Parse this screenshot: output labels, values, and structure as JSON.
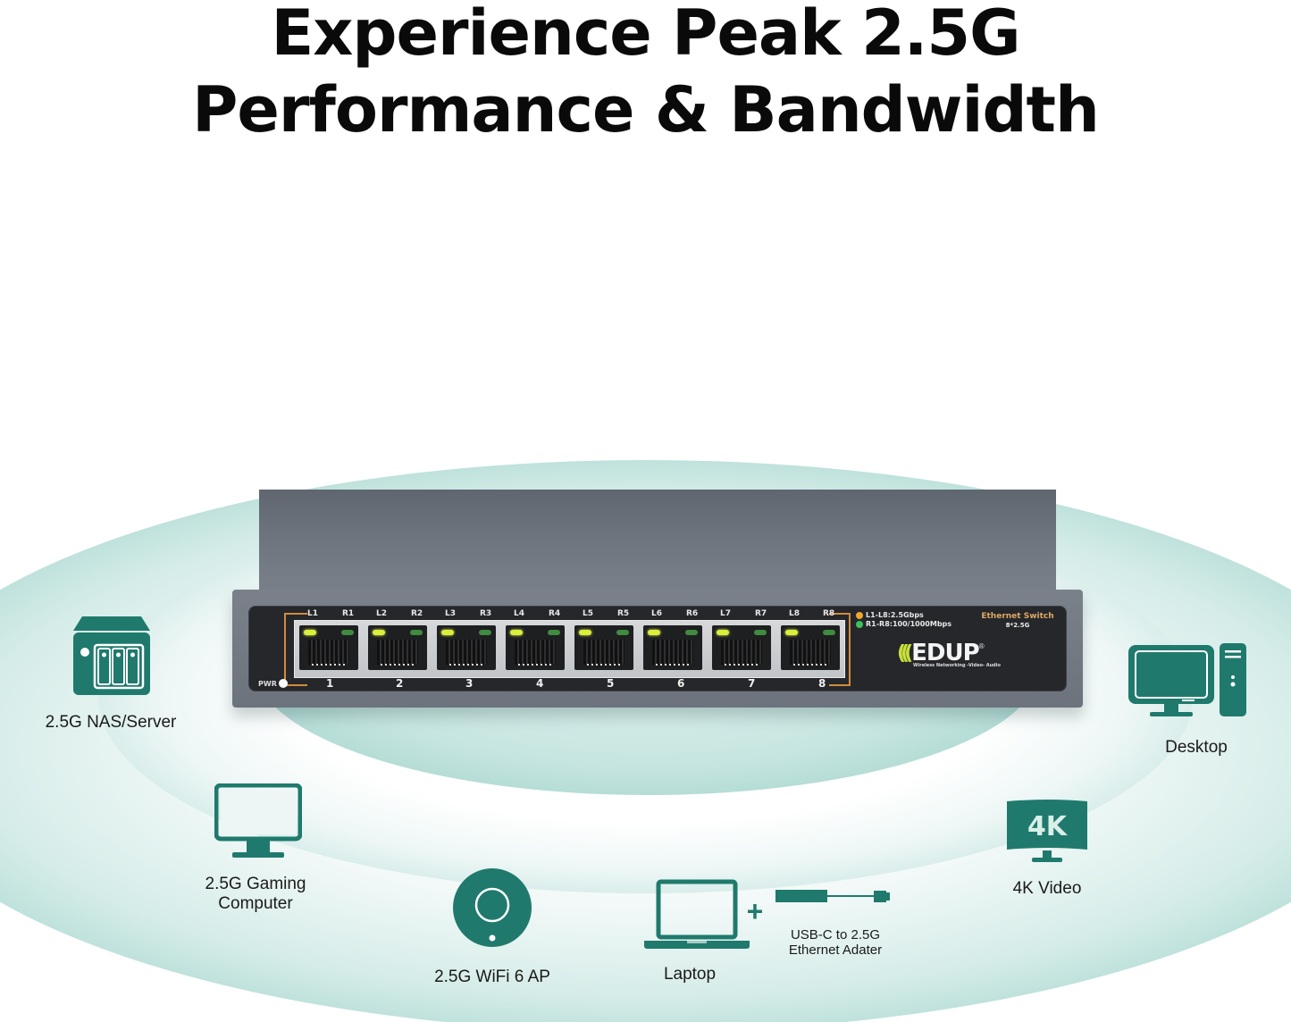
{
  "headline": {
    "line1": "Experience Peak 2.5G",
    "line2": "Performance & Bandwidth"
  },
  "colors": {
    "teal": "#1f7a6d",
    "panel": "#25272b",
    "bracket": "#d28a3d",
    "led_link": "#d9ef3a",
    "led_act": "#3f8b3f"
  },
  "switch": {
    "port_labels": [
      {
        "l": "L1",
        "r": "R1",
        "n": "1"
      },
      {
        "l": "L2",
        "r": "R2",
        "n": "2"
      },
      {
        "l": "L3",
        "r": "R3",
        "n": "3"
      },
      {
        "l": "L4",
        "r": "R4",
        "n": "4"
      },
      {
        "l": "L5",
        "r": "R5",
        "n": "5"
      },
      {
        "l": "L6",
        "r": "R6",
        "n": "6"
      },
      {
        "l": "L7",
        "r": "R7",
        "n": "7"
      },
      {
        "l": "L8",
        "r": "R8",
        "n": "8"
      }
    ],
    "pwr_label": "PWR",
    "legend_l": "L1-L8:2.5Gbps",
    "legend_r": "R1-R8:100/1000Mbps",
    "product_type": "Ethernet Switch",
    "product_spec": "8*2.5G",
    "brand": "EDUP",
    "brand_mark": "®",
    "brand_tagline": "Wireless Networking -Video- Audio"
  },
  "devices": {
    "nas": "2.5G NAS/Server",
    "desktop": "Desktop",
    "gaming_line1": "2.5G Gaming",
    "gaming_line2": "Computer",
    "wifi_ap": "2.5G WiFi 6 AP",
    "laptop": "Laptop",
    "adapter_line1": "USB-C to 2.5G",
    "adapter_line2": "Ethernet Adater",
    "plus": "+",
    "video": "4K Video",
    "video_badge": "4K"
  }
}
